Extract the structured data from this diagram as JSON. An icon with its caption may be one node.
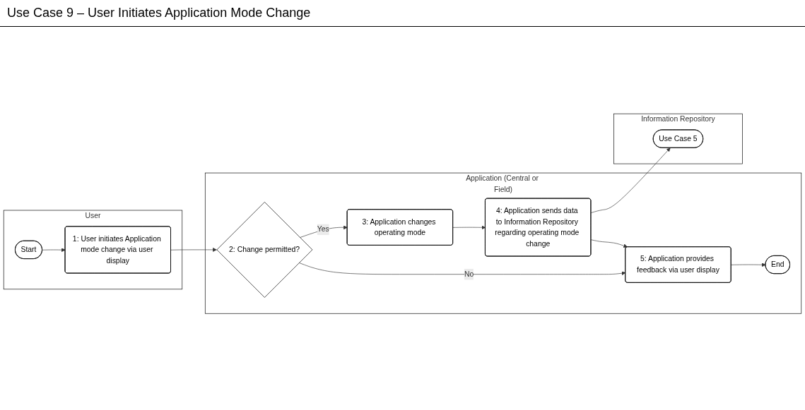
{
  "diagram": {
    "title": "Use Case 9 – User Initiates Application Mode Change",
    "nodes": [
      {
        "text": [
          "User"
        ]
      },
      {
        "text": [
          "Start"
        ],
        "in": 0
      },
      {
        "text": [
          "1: User initiates Application mode change via user display"
        ],
        "in": 0
      },
      {
        "text": [
          "Application (Central or Field)"
        ]
      },
      {
        "text": [
          "2: Change permitted?"
        ],
        "in": 3
      },
      {
        "text": [
          "3: Application changes operating mode"
        ],
        "in": 3
      },
      {
        "text": [
          "4: Application sends data to Information Repository regarding operating mode change"
        ],
        "in": 3
      },
      {
        "text": [
          "5: Application provides feedback via user display"
        ],
        "in": 3
      },
      {
        "text": [
          "End"
        ],
        "in": 3
      },
      {
        "text": [
          "Information Repository"
        ]
      },
      {
        "text": [
          "Use Case 5"
        ],
        "in": 9
      }
    ],
    "edges": [
      {
        "from": 1,
        "to": 2,
        "arrow": "to"
      },
      {
        "from": 2,
        "to": 4,
        "arrow": "to"
      },
      {
        "from": 4,
        "to": 5,
        "label": "Yes",
        "arrow": "to"
      },
      {
        "from": 4,
        "to": 7,
        "label": "No",
        "arrow": "to"
      },
      {
        "from": 5,
        "to": 6,
        "arrow": "to"
      },
      {
        "from": 6,
        "to": 7,
        "arrow": "to"
      },
      {
        "from": 7,
        "to": 8,
        "arrow": "to"
      },
      {
        "from": 6,
        "to": 10,
        "arrow": "to"
      }
    ]
  }
}
